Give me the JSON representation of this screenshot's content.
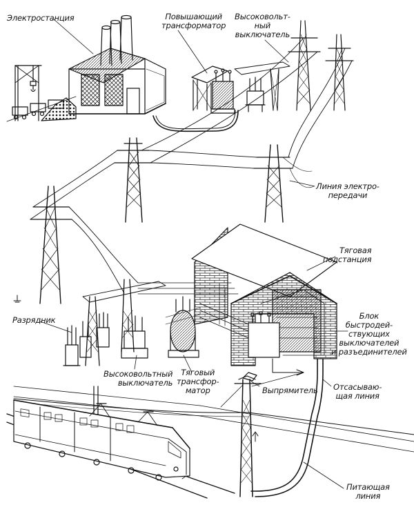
{
  "labels": {
    "power_station": "Электростанция",
    "step_up_transformer": "Повышающий\nтрансформатор",
    "hv_breaker_top": "Высоковольт-\nный\nвыключатель",
    "power_line": "Линия электро-\nпередачи",
    "traction_substation": "Тяговая\nподстанция",
    "arrester": "Разрядник",
    "fast_breakers_block": "Блок\nбыстродей-\nствующих\nвыключателей\nи разъединителей",
    "hv_breaker_bottom": "Высоковольтный\nвыключатель",
    "traction_transformer": "Тяговый\nтрансфор-\nматор",
    "rectifier": "Выпрямитель",
    "suction_line": "Отсасываю-\nщая линия",
    "feeder_line": "Питающая\nлиния"
  },
  "colors": {
    "ink": "#111111",
    "paper": "#ffffff"
  }
}
